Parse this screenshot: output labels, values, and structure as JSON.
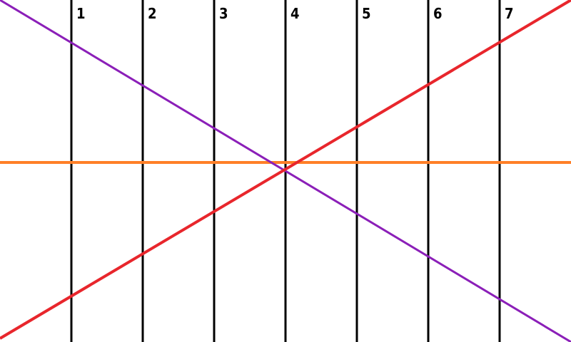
{
  "diagram": {
    "columns": [
      "1",
      "2",
      "3",
      "4",
      "5",
      "6",
      "7"
    ],
    "colors": {
      "background": "#ffffff",
      "vertical_lines": "#000000",
      "horizontal_line": "#ff7f27",
      "descending_line": "#8b1fb8",
      "ascending_line": "#e8262c"
    }
  }
}
